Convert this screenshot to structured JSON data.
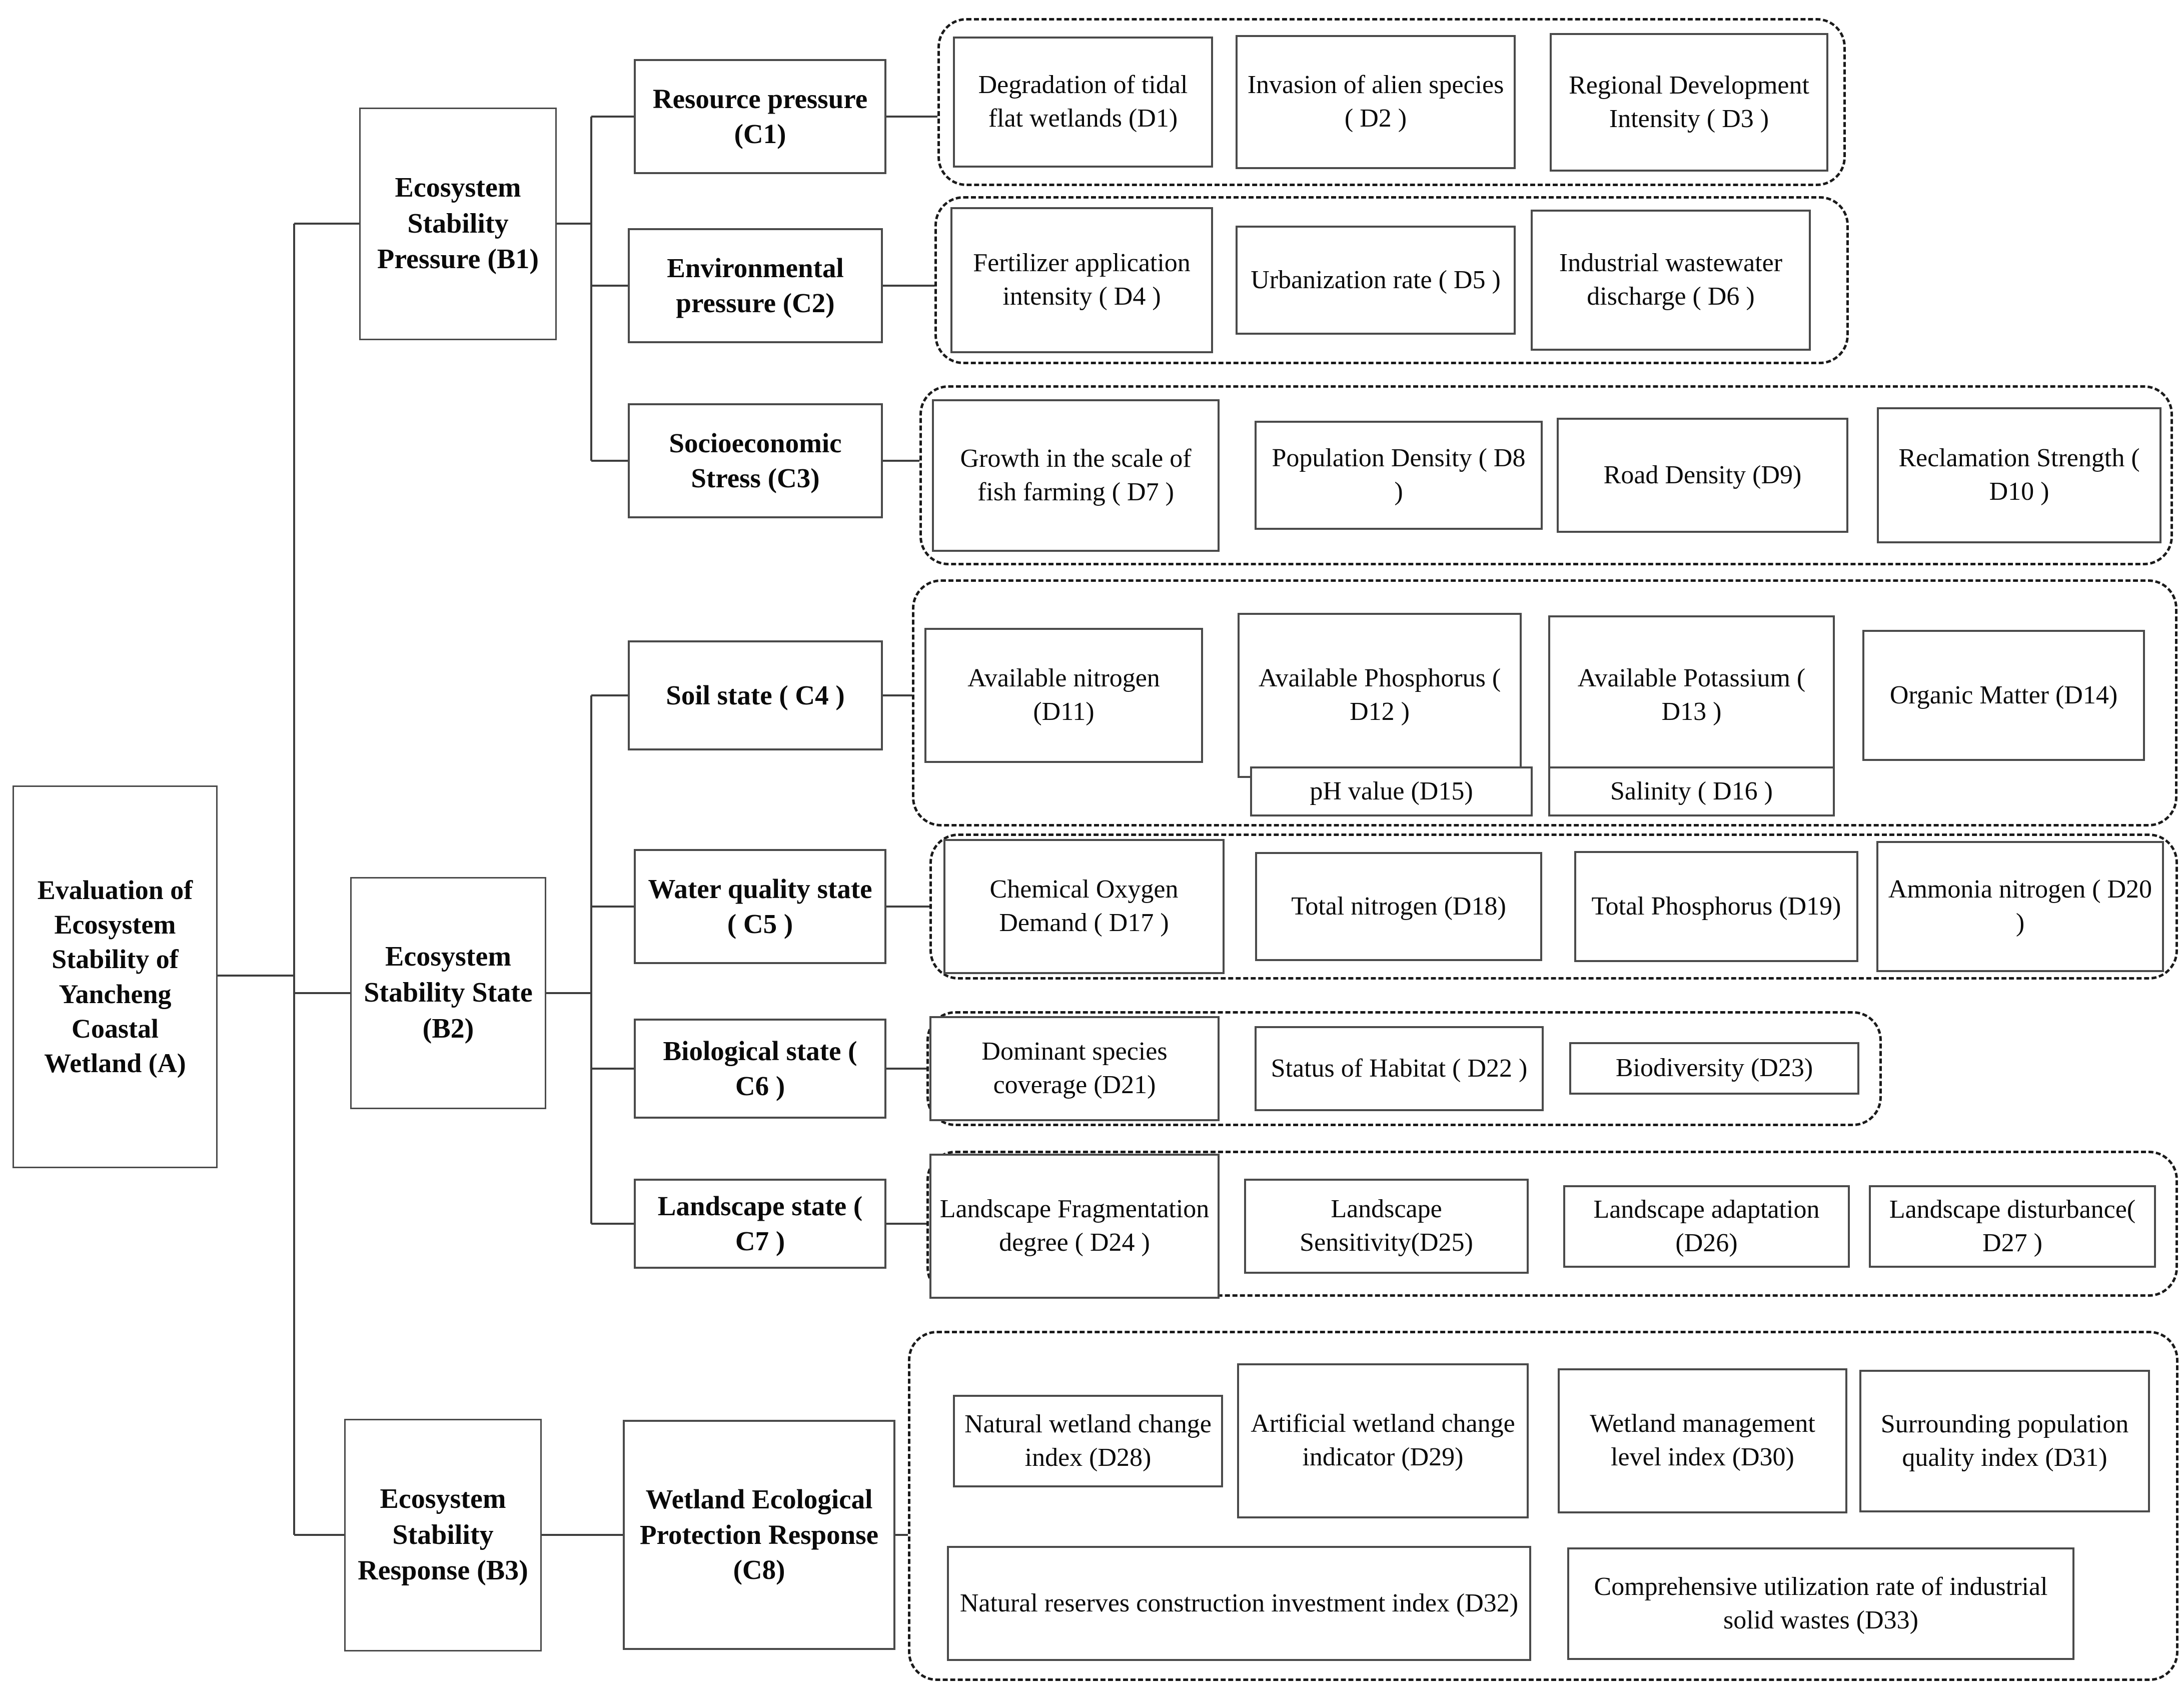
{
  "colors": {
    "background": "#ffffff",
    "text": "#0a0a0a",
    "connector_line": "#3d3d3d",
    "solid_box_border": "#4a4a4a",
    "dashed_group_border": "#1a1a1a"
  },
  "diagram": {
    "root": {
      "id": "A",
      "label": "Evaluation of Ecosystem Stability of Yancheng Coastal Wetland (A)"
    },
    "b": [
      {
        "id": "B1",
        "label": "Ecosystem Stability Pressure (B1)",
        "parent": "A"
      },
      {
        "id": "B2",
        "label": "Ecosystem Stability State (B2)",
        "parent": "A"
      },
      {
        "id": "B3",
        "label": "Ecosystem Stability Response (B3)",
        "parent": "A"
      }
    ],
    "c": [
      {
        "id": "C1",
        "label": "Resource pressure (C1)",
        "parent": "B1"
      },
      {
        "id": "C2",
        "label": "Environmental pressure (C2)",
        "parent": "B1"
      },
      {
        "id": "C3",
        "label": "Socioeconomic Stress (C3)",
        "parent": "B1"
      },
      {
        "id": "C4",
        "label": "Soil state ( C4 )",
        "parent": "B2"
      },
      {
        "id": "C5",
        "label": "Water quality state ( C5 )",
        "parent": "B2"
      },
      {
        "id": "C6",
        "label": "Biological state ( C6 )",
        "parent": "B2"
      },
      {
        "id": "C7",
        "label": "Landscape state ( C7 )",
        "parent": "B2"
      },
      {
        "id": "C8",
        "label": "Wetland Ecological Protection Response (C8)",
        "parent": "B3"
      }
    ],
    "d": [
      {
        "id": "D1",
        "label": "Degradation of tidal flat wetlands (D1)",
        "parent": "C1"
      },
      {
        "id": "D2",
        "label": "Invasion of alien species ( D2 )",
        "parent": "C1"
      },
      {
        "id": "D3",
        "label": "Regional Development Intensity ( D3 )",
        "parent": "C1"
      },
      {
        "id": "D4",
        "label": "Fertilizer application intensity ( D4 )",
        "parent": "C2"
      },
      {
        "id": "D5",
        "label": "Urbanization rate ( D5 )",
        "parent": "C2"
      },
      {
        "id": "D6",
        "label": "Industrial wastewater discharge ( D6 )",
        "parent": "C2"
      },
      {
        "id": "D7",
        "label": "Growth in the scale of fish farming ( D7 )",
        "parent": "C3"
      },
      {
        "id": "D8",
        "label": "Population Density ( D8 )",
        "parent": "C3"
      },
      {
        "id": "D9",
        "label": "Road Density (D9)",
        "parent": "C3"
      },
      {
        "id": "D10",
        "label": "Reclamation Strength ( D10 )",
        "parent": "C3"
      },
      {
        "id": "D11",
        "label": "Available nitrogen (D11)",
        "parent": "C4"
      },
      {
        "id": "D12",
        "label": "Available Phosphorus ( D12 )",
        "parent": "C4"
      },
      {
        "id": "D13",
        "label": "Available Potassium ( D13 )",
        "parent": "C4"
      },
      {
        "id": "D14",
        "label": "Organic Matter (D14)",
        "parent": "C4"
      },
      {
        "id": "D15",
        "label": "pH value (D15)",
        "parent": "C4"
      },
      {
        "id": "D16",
        "label": "Salinity ( D16 )",
        "parent": "C4"
      },
      {
        "id": "D17",
        "label": "Chemical Oxygen Demand ( D17 )",
        "parent": "C5"
      },
      {
        "id": "D18",
        "label": "Total nitrogen (D18)",
        "parent": "C5"
      },
      {
        "id": "D19",
        "label": "Total Phosphorus (D19)",
        "parent": "C5"
      },
      {
        "id": "D20",
        "label": "Ammonia nitrogen ( D20 )",
        "parent": "C5"
      },
      {
        "id": "D21",
        "label": "Dominant species coverage (D21)",
        "parent": "C6"
      },
      {
        "id": "D22",
        "label": "Status of Habitat ( D22 )",
        "parent": "C6"
      },
      {
        "id": "D23",
        "label": "Biodiversity (D23)",
        "parent": "C6"
      },
      {
        "id": "D24",
        "label": "Landscape Fragmentation degree ( D24 )",
        "parent": "C7"
      },
      {
        "id": "D25",
        "label": "Landscape Sensitivity(D25)",
        "parent": "C7"
      },
      {
        "id": "D26",
        "label": "Landscape adaptation (D26)",
        "parent": "C7"
      },
      {
        "id": "D27",
        "label": "Landscape disturbance( D27 )",
        "parent": "C7"
      },
      {
        "id": "D28",
        "label": "Natural wetland change index (D28)",
        "parent": "C8"
      },
      {
        "id": "D29",
        "label": "Artificial wetland change indicator (D29)",
        "parent": "C8"
      },
      {
        "id": "D30",
        "label": "Wetland management level index (D30)",
        "parent": "C8"
      },
      {
        "id": "D31",
        "label": "Surrounding population quality index (D31)",
        "parent": "C8"
      },
      {
        "id": "D32",
        "label": "Natural reserves construction investment index (D32)",
        "parent": "C8"
      },
      {
        "id": "D33",
        "label": "Comprehensive utilization rate of industrial solid wastes (D33)",
        "parent": "C8"
      }
    ]
  }
}
